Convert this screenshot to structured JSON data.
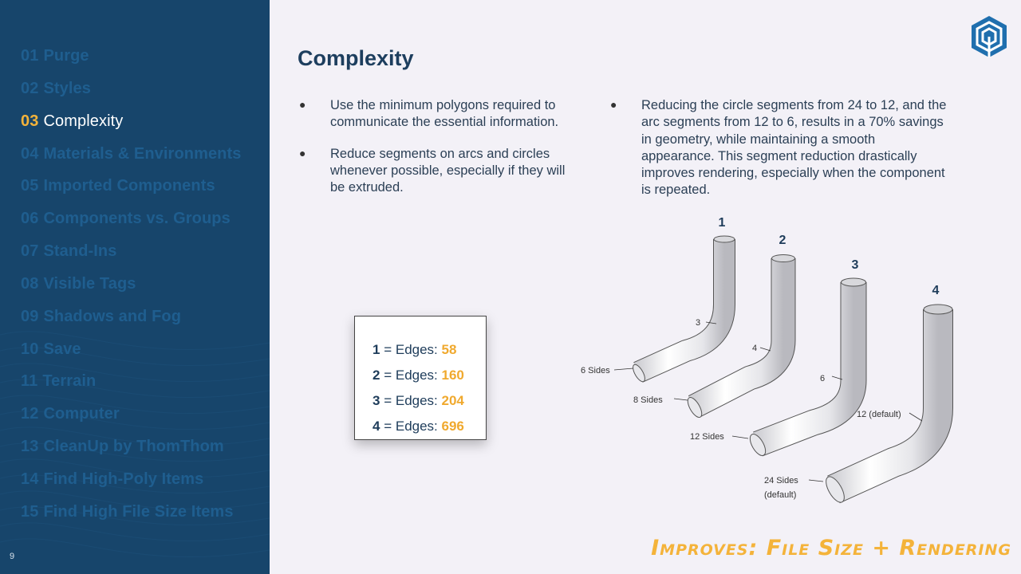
{
  "sidebar": {
    "items": [
      {
        "num": "01",
        "label": "Purge"
      },
      {
        "num": "02",
        "label": "Styles"
      },
      {
        "num": "03",
        "label": "Complexity"
      },
      {
        "num": "04",
        "label": "Materials & Environments"
      },
      {
        "num": "05",
        "label": "Imported Components"
      },
      {
        "num": "06",
        "label": "Components vs. Groups"
      },
      {
        "num": "07",
        "label": "Stand-Ins"
      },
      {
        "num": "08",
        "label": "Visible Tags"
      },
      {
        "num": "09",
        "label": "Shadows and Fog"
      },
      {
        "num": "10",
        "label": "Save"
      },
      {
        "num": "11",
        "label": "Terrain"
      },
      {
        "num": "12",
        "label": "Computer"
      },
      {
        "num": "13",
        "label": "CleanUp by ThomThom"
      },
      {
        "num": "14",
        "label": "Find High-Poly Items"
      },
      {
        "num": "15",
        "label": "Find High File Size Items"
      }
    ],
    "active_index": 2,
    "page_number": "9"
  },
  "main": {
    "title": "Complexity",
    "bullets_left": [
      "Use the minimum polygons required to communicate the essential information.",
      "Reduce segments on arcs and circles whenever possible, especially if they will be extruded."
    ],
    "bullets_right": [
      "Reducing the circle segments from 24 to 12, and the arc segments from 12 to 6, results in a 70% savings in geometry, while maintaining a smooth appearance. This segment reduction drastically improves rendering, especially when the component is repeated."
    ],
    "bullet_symbol": "●",
    "edges": {
      "label": "= Edges:",
      "rows": [
        {
          "n": "1",
          "value": "58"
        },
        {
          "n": "2",
          "value": "160"
        },
        {
          "n": "3",
          "value": "204"
        },
        {
          "n": "4",
          "value": "696"
        }
      ]
    },
    "diagram": {
      "pipes": [
        {
          "num": "1",
          "arc_label": "3",
          "sides_label": "6 Sides"
        },
        {
          "num": "2",
          "arc_label": "4",
          "sides_label": "8 Sides"
        },
        {
          "num": "3",
          "arc_label": "6",
          "sides_label": "12 Sides"
        },
        {
          "num": "4",
          "arc_label": "12 (default)",
          "sides_label": "24 Sides",
          "sides_sub": "(default)"
        }
      ]
    },
    "banner": "Improves: File Size + Rendering"
  },
  "colors": {
    "sidebar_bg": "#17456b",
    "nav_inactive": "#1f5e8f",
    "accent": "#f4b33a",
    "title": "#1d3e5e",
    "page_bg": "#f3f1f7"
  },
  "icons": {
    "logo": "sketchup-logo-icon"
  }
}
